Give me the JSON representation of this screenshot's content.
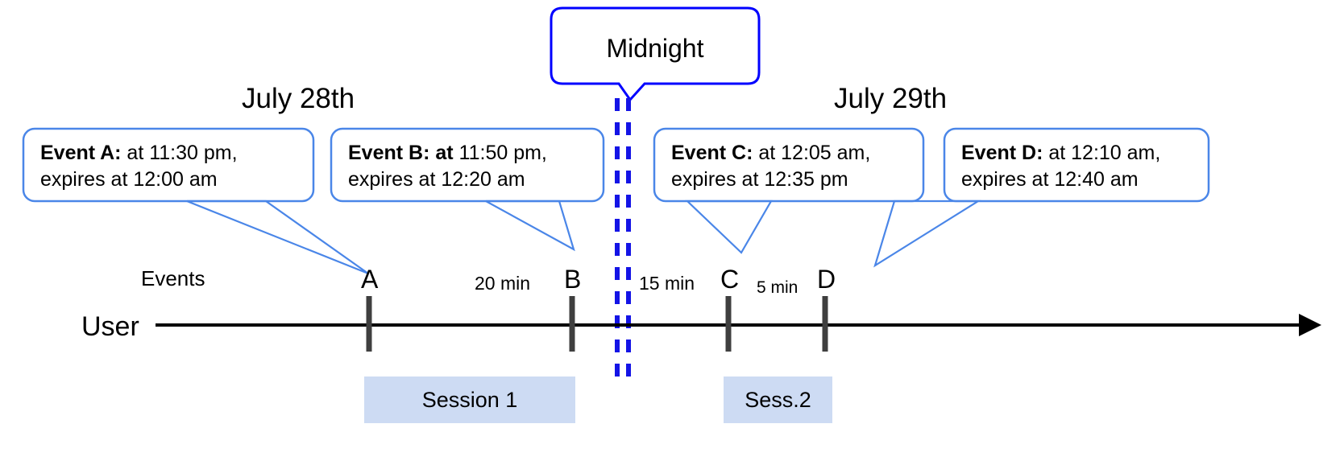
{
  "diagram": {
    "title_midnight": "Midnight",
    "dates": [
      {
        "label": "July 28th"
      },
      {
        "label": "July 29th"
      }
    ],
    "axis": {
      "row_label": "User",
      "events_label": "Events"
    },
    "colors": {
      "callout_border": "#4a86e8",
      "midnight_border": "#0000ff",
      "session_fill": "#cddbf3",
      "tick": "#3f3f3f",
      "axis": "#000000",
      "leader_line": "#4a86e8"
    },
    "callouts": [
      {
        "id": "event-a",
        "bold": "Event A:",
        "rest": " at 11:30 pm,",
        "line2": "expires at 12:00 am"
      },
      {
        "id": "event-b",
        "bold": "Event B: at",
        "rest": " 11:50 pm,",
        "line2": "expires at 12:20 am"
      },
      {
        "id": "event-c",
        "bold": "Event C:",
        "rest": " at 12:05 am,",
        "line2": "expires at 12:35 pm"
      },
      {
        "id": "event-d",
        "bold": "Event D:",
        "rest": "  at 12:10 am,",
        "line2": "expires at 12:40 am"
      }
    ],
    "event_markers": [
      {
        "letter": "A"
      },
      {
        "letter": "B"
      },
      {
        "letter": "C"
      },
      {
        "letter": "D"
      }
    ],
    "gaps": [
      {
        "label": "20 min"
      },
      {
        "label": "15 min"
      },
      {
        "label": "5 min"
      }
    ],
    "sessions": [
      {
        "label": "Session 1"
      },
      {
        "label": "Sess.2"
      }
    ]
  }
}
